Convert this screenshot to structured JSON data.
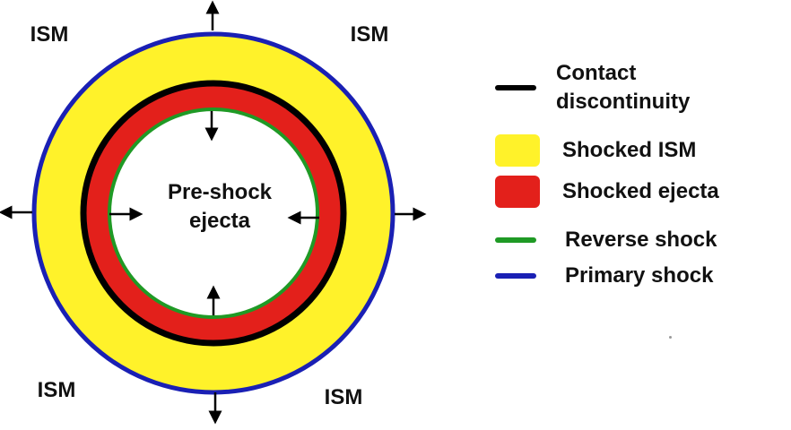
{
  "diagram": {
    "center_label": [
      "Pre-shock",
      "ejecta"
    ],
    "region_labels": [
      "ISM",
      "ISM",
      "ISM",
      "ISM"
    ]
  },
  "legend": [
    {
      "id": "contact",
      "label": "Contact\ndiscontinuity",
      "color": "#000000",
      "kind": "line"
    },
    {
      "id": "shocked-ism",
      "label": "Shocked ISM",
      "color": "#fff22a",
      "kind": "box"
    },
    {
      "id": "shocked-ejecta",
      "label": "Shocked ejecta",
      "color": "#e3201b",
      "kind": "box"
    },
    {
      "id": "reverse-shock",
      "label": "Reverse shock",
      "color": "#1f9a25",
      "kind": "line"
    },
    {
      "id": "primary-shock",
      "label": "Primary shock",
      "color": "#1a20b4",
      "kind": "line"
    }
  ],
  "colors": {
    "shocked_ism": "#fff22a",
    "shocked_ejecta": "#e3201b",
    "contact": "#000000",
    "reverse": "#1f9a25",
    "primary": "#1a20b4",
    "arrow": "#000000"
  }
}
